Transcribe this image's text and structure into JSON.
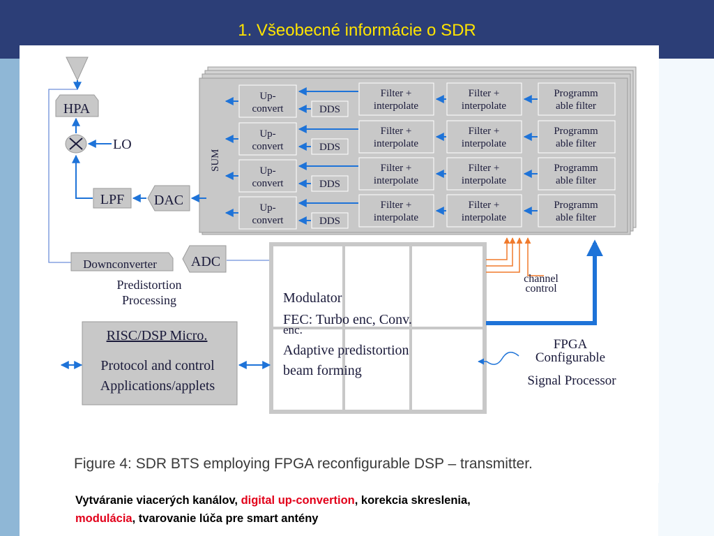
{
  "slide": {
    "title": "1. Všeobecné informácie o SDR"
  },
  "figure": {
    "caption": "Figure 4: SDR BTS employing FPGA reconfigurable DSP – transmitter.",
    "sum_label": "SUM",
    "channel_rows": [
      {
        "upconvert": [
          "Up-",
          "convert"
        ],
        "dds": "DDS",
        "filter1": [
          "Filter +",
          "interpolate"
        ],
        "filter2": [
          "Filter +",
          "interpolate"
        ],
        "prog_filter": [
          "Programm",
          "able filter"
        ]
      },
      {
        "upconvert": [
          "Up-",
          "convert"
        ],
        "dds": "DDS",
        "filter1": [
          "Filter +",
          "interpolate"
        ],
        "filter2": [
          "Filter +",
          "interpolate"
        ],
        "prog_filter": [
          "Programm",
          "able filter"
        ]
      },
      {
        "upconvert": [
          "Up-",
          "convert"
        ],
        "dds": "DDS",
        "filter1": [
          "Filter +",
          "interpolate"
        ],
        "filter2": [
          "Filter +",
          "interpolate"
        ],
        "prog_filter": [
          "Programm",
          "able filter"
        ]
      },
      {
        "upconvert": [
          "Up-",
          "convert"
        ],
        "dds": "DDS",
        "filter1": [
          "Filter +",
          "interpolate"
        ],
        "filter2": [
          "Filter +",
          "interpolate"
        ],
        "prog_filter": [
          "Programm",
          "able filter"
        ]
      }
    ],
    "hpa": "HPA",
    "lo": "LO",
    "lpf": "LPF",
    "dac": "DAC",
    "adc": "ADC",
    "downconverter": "Downconverter",
    "predistortion": [
      "Predistortion",
      "Processing"
    ],
    "channel_control": [
      "channel",
      "control"
    ],
    "fpga_lines": [
      "Modulator",
      "FEC: Turbo enc, Conv.",
      "enc.",
      "Adaptive predistortion",
      "beam forming"
    ],
    "fpga_label": [
      "FPGA",
      "Configurable",
      "Signal Processor"
    ],
    "risc": {
      "title": "RISC/DSP Micro.",
      "lines": [
        "Protocol and control",
        "Applications/applets"
      ]
    }
  },
  "caption": {
    "part1": "Vytváranie viacerých kanálov, ",
    "highlight1": "digital up-convertion",
    "part2": ", korekcia skreslenia, ",
    "highlight2": "modulácia",
    "part3": ", tvarovanie lúča pre smart antény"
  },
  "colors": {
    "header": "#2c3e77",
    "title": "#ffe400",
    "arrow_blue": "#1e73d8",
    "control_orange": "#f07a2c",
    "highlight": "#e2001a",
    "block_gray": "#cdcdcd"
  }
}
